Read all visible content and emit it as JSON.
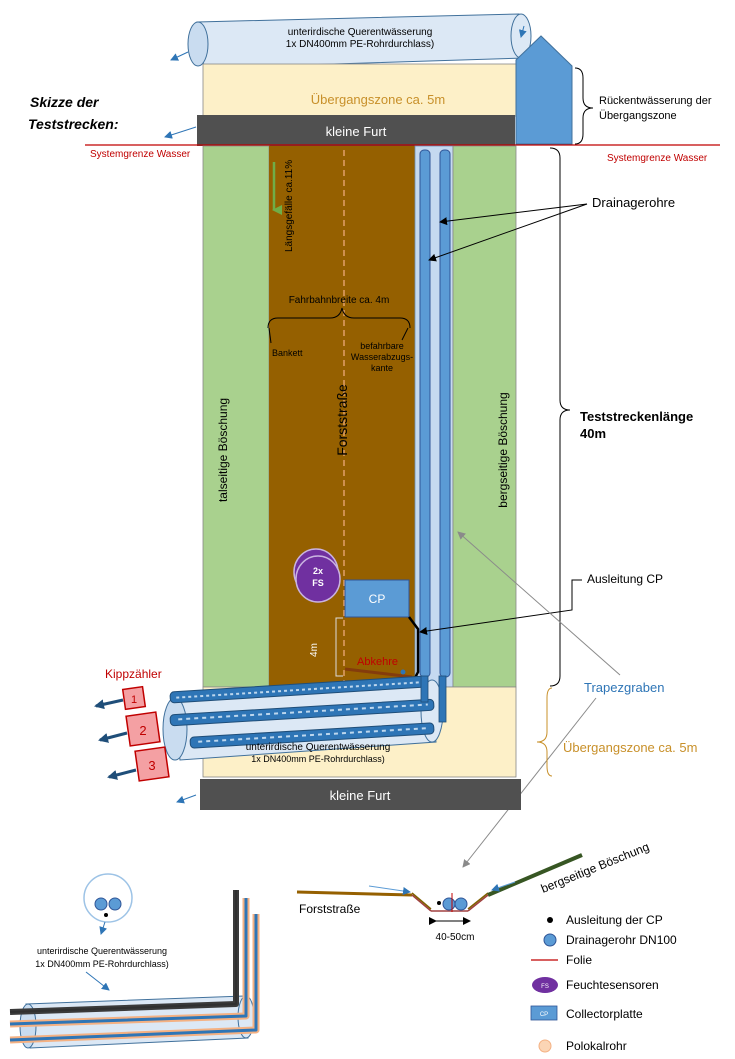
{
  "title_line1": "Skizze der",
  "title_line2": "Teststrecken:",
  "pipe_label_line1": "unterirdische Querentwässerung",
  "pipe_label_line2": "1x DN400mm PE-Rohrdurchlass)",
  "transition_zone": "Übergangszone ca. 5m",
  "ford": "kleine Furt",
  "back_drainage_line1": "Rückentwässerung der",
  "back_drainage_line2": "Übergangszone",
  "system_boundary": "Systemgrenze Wasser",
  "slope_long": "Längsgefälle ca.11%",
  "road_width": "Fahrbahnbreite ca. 4m",
  "bankett": "Bankett",
  "edge_line1": "befahrbare",
  "edge_line2": "Wasserabzugs-",
  "edge_line3": "kante",
  "valley_slope": "talseitige Böschung",
  "mountain_slope": "bergseitige Böschung",
  "forest_road": "Forststraße",
  "drainage_pipes": "Drainagerohre",
  "test_length_line1": "Teststreckenlänge",
  "test_length_line2": "40m",
  "fs_line1": "2x",
  "fs_line2": "FS",
  "cp": "CP",
  "cp_outlet": "Ausleitung CP",
  "four_m": "4m",
  "abkehre": "Abkehre",
  "tipping_counter": "Kippzähler",
  "counter_1": "1",
  "counter_2": "2",
  "counter_3": "3",
  "trapezgraben": "Trapezgraben",
  "cross_forest_road": "Forststraße",
  "cross_mountain_slope": "bergseitige Böschung",
  "cross_width": "40-50cm",
  "legend": {
    "cp_outlet": "Ausleitung der CP",
    "drain_pipe": "Drainagerohr DN100",
    "foil": "Folie",
    "fs_symbol": "FS",
    "moisture": "Feuchtesensoren",
    "cp_symbol": "CP",
    "collector": "Collectorplatte",
    "polokal": "Polokalrohr"
  },
  "colors": {
    "road": "#956000",
    "slope_green": "#a9d18e",
    "transition": "#fdf0c8",
    "ford": "#505050",
    "pipe_blue": "#5b9bd5",
    "pipe_light": "#dce8f5",
    "boundary_red": "#c00000",
    "fs_purple": "#7030a0",
    "counter_red": "#e8555a",
    "arrow_blue": "#2e75b6",
    "dark_green": "#375623",
    "polokal": "#f4b183"
  }
}
